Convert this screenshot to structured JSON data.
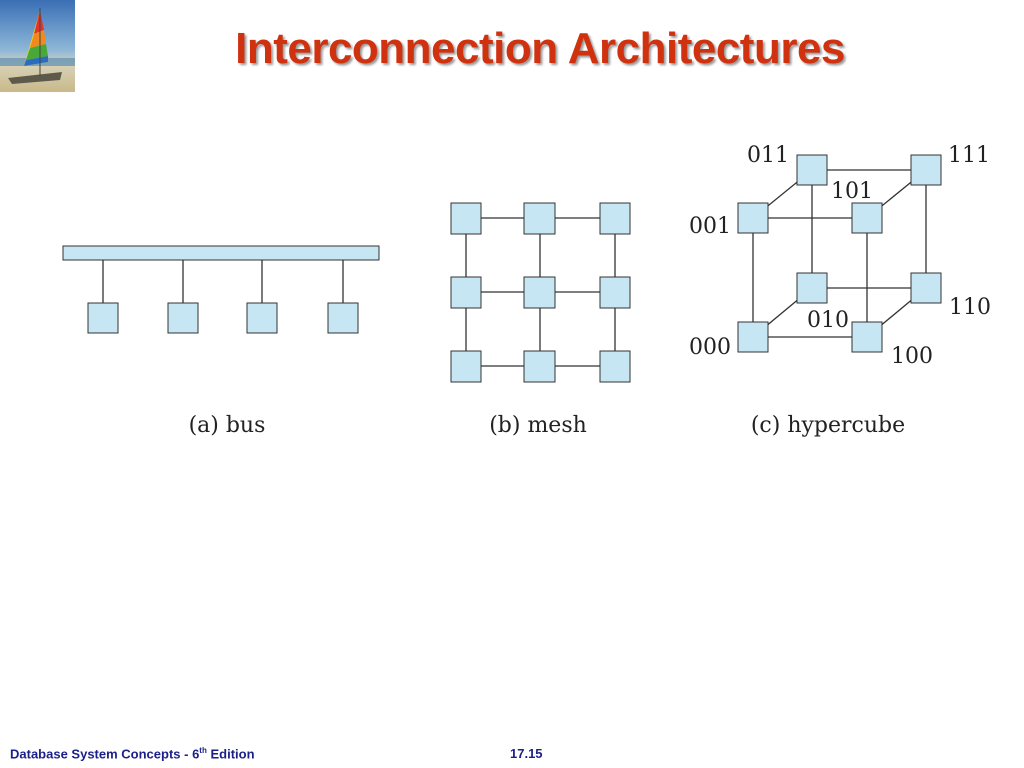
{
  "slide": {
    "title": "Interconnection Architectures"
  },
  "diagram": {
    "captions": {
      "bus": "(a) bus",
      "mesh": "(b) mesh",
      "hypercube": "(c) hypercube"
    },
    "hypercube_labels": {
      "n000": "000",
      "n001": "001",
      "n010": "010",
      "n011": "011",
      "n100": "100",
      "n101": "101",
      "n110": "110",
      "n111": "111"
    }
  },
  "footer": {
    "book_prefix": "Database System Concepts - 6",
    "book_sup": "th",
    "book_suffix": " Edition",
    "page": "17.15"
  },
  "colors": {
    "title": "#d0310f",
    "node_fill": "#c5e6f2",
    "footer": "#1a1f8a"
  }
}
